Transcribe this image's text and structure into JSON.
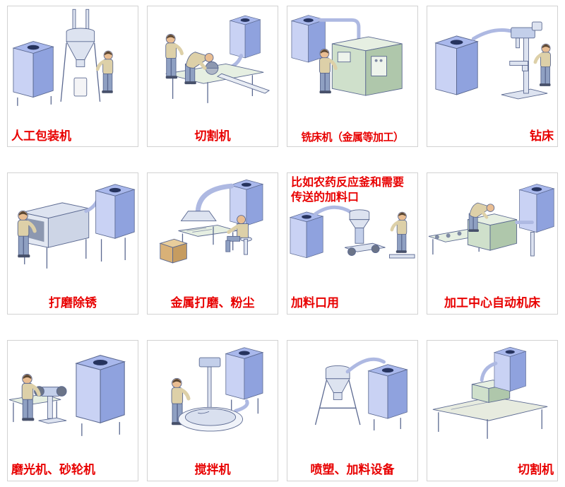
{
  "page": {
    "background": "#ffffff",
    "label_color": "#e80000"
  },
  "cells": [
    {
      "id": 1,
      "label": "人工包装机",
      "illustration": "manual-packaging-machine"
    },
    {
      "id": 2,
      "label": "切割机",
      "illustration": "cutting-machine"
    },
    {
      "id": 3,
      "label": "铣床机（金属等加工）",
      "illustration": "milling-machine-metal-processing"
    },
    {
      "id": 4,
      "label": "钻床",
      "illustration": "drill-press"
    },
    {
      "id": 5,
      "label": "打磨除锈",
      "illustration": "grinding-rust-removal-booth"
    },
    {
      "id": 6,
      "label": "金属打磨、粉尘",
      "illustration": "metal-grinding-dust-table"
    },
    {
      "id": 7,
      "label": "加料口用",
      "note": "比如农药反应釜和需要传送的加料口",
      "illustration": "feeding-port-equipment"
    },
    {
      "id": 8,
      "label": "加工中心自动机床",
      "illustration": "machining-center-automatic"
    },
    {
      "id": 9,
      "label": "磨光机、砂轮机",
      "illustration": "polisher-bench-grinder"
    },
    {
      "id": 10,
      "label": "搅拌机",
      "illustration": "mixer-machine"
    },
    {
      "id": 11,
      "label": "喷塑、加料设备",
      "illustration": "powder-coating-feeding-equipment"
    },
    {
      "id": 12,
      "label": "切割机",
      "illustration": "cutting-table-machine"
    }
  ]
}
